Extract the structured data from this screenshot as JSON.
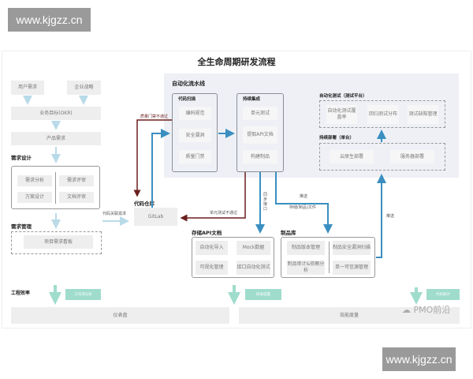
{
  "watermark": "www.kjgzz.cn",
  "title": "全生命周期研发流程",
  "left": {
    "user_req": "用户需求",
    "strategy": "企业战略",
    "okr": "业务目标(OKR)",
    "product_req": "产品需求",
    "design_label": "需求设计",
    "design_items": [
      "需求分析",
      "需求评审",
      "方案设计",
      "文档评审"
    ],
    "mgmt_label": "需求管理",
    "mgmt_item": "项目需求看板"
  },
  "link_req": "代码关联需求",
  "repo": {
    "label": "代码仓库",
    "item": "GitLab"
  },
  "pipeline": {
    "label": "自动化流水线",
    "scan": {
      "label": "代码扫描",
      "items": [
        "编码规范",
        "安全漏洞",
        "质量门禁"
      ]
    },
    "ci": {
      "label": "持续集成",
      "items": [
        "单元测试",
        "提取API文档",
        "构建制品"
      ]
    },
    "test": {
      "label": "自动化测试（测试平台）",
      "items": [
        "自动化测试覆盖率",
        "回归测试分布",
        "测试缺陷管理"
      ]
    },
    "cd": {
      "label": "持续部署（单台）",
      "items": [
        "云原生部署",
        "服务器部署"
      ]
    }
  },
  "edges": {
    "gate_fail": "质量门禁不通过",
    "unit_fail": "单元测试不通过",
    "sync_api": "同步接口",
    "push": "推送",
    "store": "存储(制品)文件",
    "push2": "推送"
  },
  "api": {
    "label": "存储API文档",
    "items": [
      "自动化导入",
      "Mock数据",
      "可视化管理",
      "接口自动化测试"
    ]
  },
  "artifact": {
    "label": "制品库",
    "items": [
      "制品版本管理",
      "制品安全漏洞扫描",
      "制品审计&依赖分析",
      "单一可信源管理"
    ]
  },
  "eff": {
    "label": "工程效率",
    "badges": [
      "工作项分析",
      "研发度量",
      "代码统计"
    ],
    "dashboard": "仪表盘",
    "metrics": "效能度量"
  },
  "brand": "PMO前沿",
  "colors": {
    "blue": "#3a8fc0",
    "darkred": "#6b1f1f",
    "green": "#9fdccc"
  }
}
